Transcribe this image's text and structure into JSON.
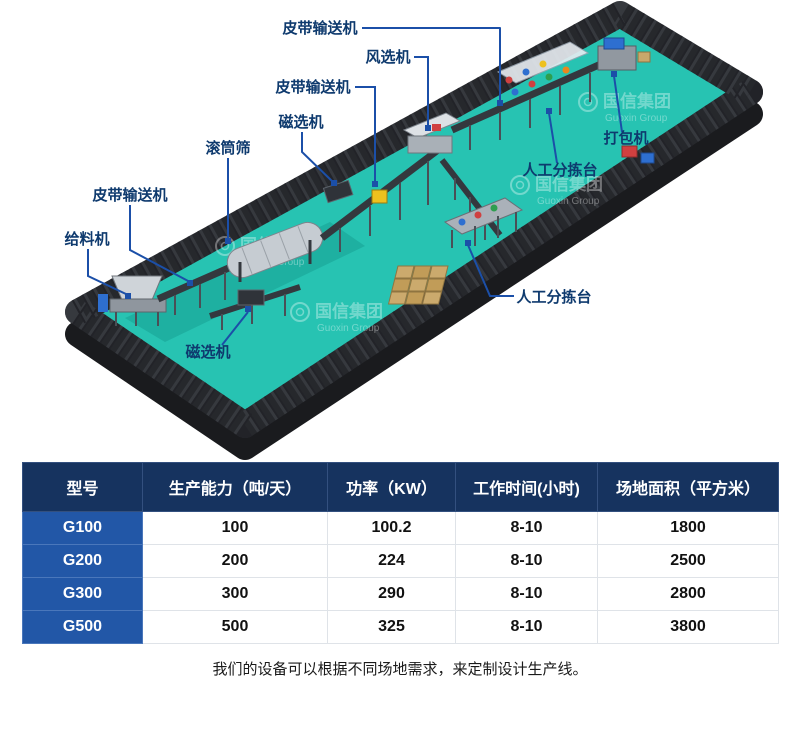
{
  "diagram": {
    "labels": [
      {
        "machine": "belt-conveyor-top",
        "text": "皮带输送机"
      },
      {
        "machine": "air-separator",
        "text": "风选机"
      },
      {
        "machine": "belt-conveyor-mid",
        "text": "皮带输送机"
      },
      {
        "machine": "magnetic-separator-mid",
        "text": "磁选机"
      },
      {
        "machine": "trommel-screen",
        "text": "滚筒筛"
      },
      {
        "machine": "belt-conveyor-left",
        "text": "皮带输送机"
      },
      {
        "machine": "feeder",
        "text": "给料机"
      },
      {
        "machine": "magnetic-separator-bottom",
        "text": "磁选机"
      },
      {
        "machine": "baler",
        "text": "打包机"
      },
      {
        "machine": "manual-sorting-platform-upper",
        "text": "人工分拣台"
      },
      {
        "machine": "manual-sorting-platform-lower",
        "text": "人工分拣台"
      }
    ],
    "watermark": {
      "cn": "国信集团",
      "en": "Guoxin Group"
    },
    "colors": {
      "floor": "#27c3b2",
      "wall": "#26282c",
      "label_text": "#0e3a6e",
      "leader_line": "#1b4fa8"
    }
  },
  "table": {
    "headers": [
      "型号",
      "生产能力（吨/天）",
      "功率（KW）",
      "工作时间(小时)",
      "场地面积（平方米）"
    ],
    "rows": [
      [
        "G100",
        "100",
        "100.2",
        "8-10",
        "1800"
      ],
      [
        "G200",
        "200",
        "224",
        "8-10",
        "2500"
      ],
      [
        "G300",
        "300",
        "290",
        "8-10",
        "2800"
      ],
      [
        "G500",
        "500",
        "325",
        "8-10",
        "3800"
      ]
    ],
    "header_bg": "#16335f",
    "model_col_bg": "#2257a7"
  },
  "footer": {
    "note": "我们的设备可以根据不同场地需求，来定制设计生产线。"
  }
}
